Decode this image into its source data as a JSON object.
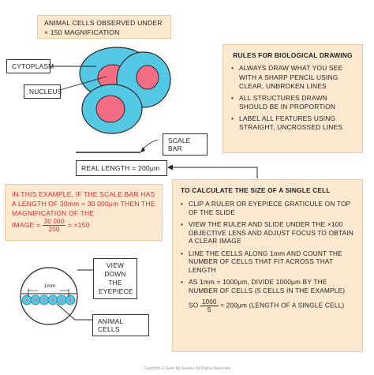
{
  "title": "ANIMAL CELLS OBSERVED UNDER × 150 MAGNIFICATION",
  "labels": {
    "cytoplasm": "CYTOPLASM",
    "nucleus": "NUCLEUS",
    "scale_bar": "SCALE BAR",
    "real_length": "REAL LENGTH = 200μm",
    "view_down": "VIEW DOWN THE EYEPIECE",
    "animal_cells": "ANIMAL CELLS",
    "ruler_mark": "1mm"
  },
  "rules": {
    "title": "RULES FOR BIOLOGICAL DRAWING",
    "items": [
      "ALWAYS DRAW WHAT YOU SEE WITH A SHARP PENCIL USING CLEAR, UNBROKEN LINES",
      "ALL STRUCTURES DRAWN SHOULD BE IN PROPORTION",
      "LABEL ALL FEATURES USING STRAIGHT, UNCROSSED LINES"
    ]
  },
  "example": {
    "text": "IN THIS EXAMPLE, IF THE SCALE BAR HAS A LENGTH OF 30mm = 30 000μm THEN THE MAGNIFICATION OF THE",
    "image_prefix": "IMAGE =",
    "frac_num": "30 000",
    "frac_den": "200",
    "result": "= ×150"
  },
  "calc": {
    "title": "TO CALCULATE THE SIZE OF A SINGLE CELL",
    "items": [
      "CLIP A RULER OR EYEPIECE GRATICULE ON TOP OF THE SLIDE",
      "VIEW THE RULER AND SLIDE UNDER THE ×100 OBJECTIVE LENS AND ADJUST FOCUS TO OBTAIN A CLEAR IMAGE",
      "LINE THE CELLS ALONG 1mm AND COUNT THE NUMBER OF CELLS THAT FIT ACROSS THAT LENGTH",
      "AS 1mm = 1000μm, DIVIDE 1000μm BY THE NUMBER OF CELLS (5 CELLS IN THE EXAMPLE)"
    ],
    "so_prefix": "SO",
    "frac_num": "1000",
    "frac_den": "5",
    "so_result": "= 200μm (LENGTH OF A SINGLE CELL)"
  },
  "footer": "Copyright © Save My Exams. All Rights Reserved",
  "colors": {
    "cytoplasm": "#55c8e6",
    "nucleus": "#f36d84",
    "box_fill": "#fde9cf",
    "red_text": "#d8263a"
  }
}
